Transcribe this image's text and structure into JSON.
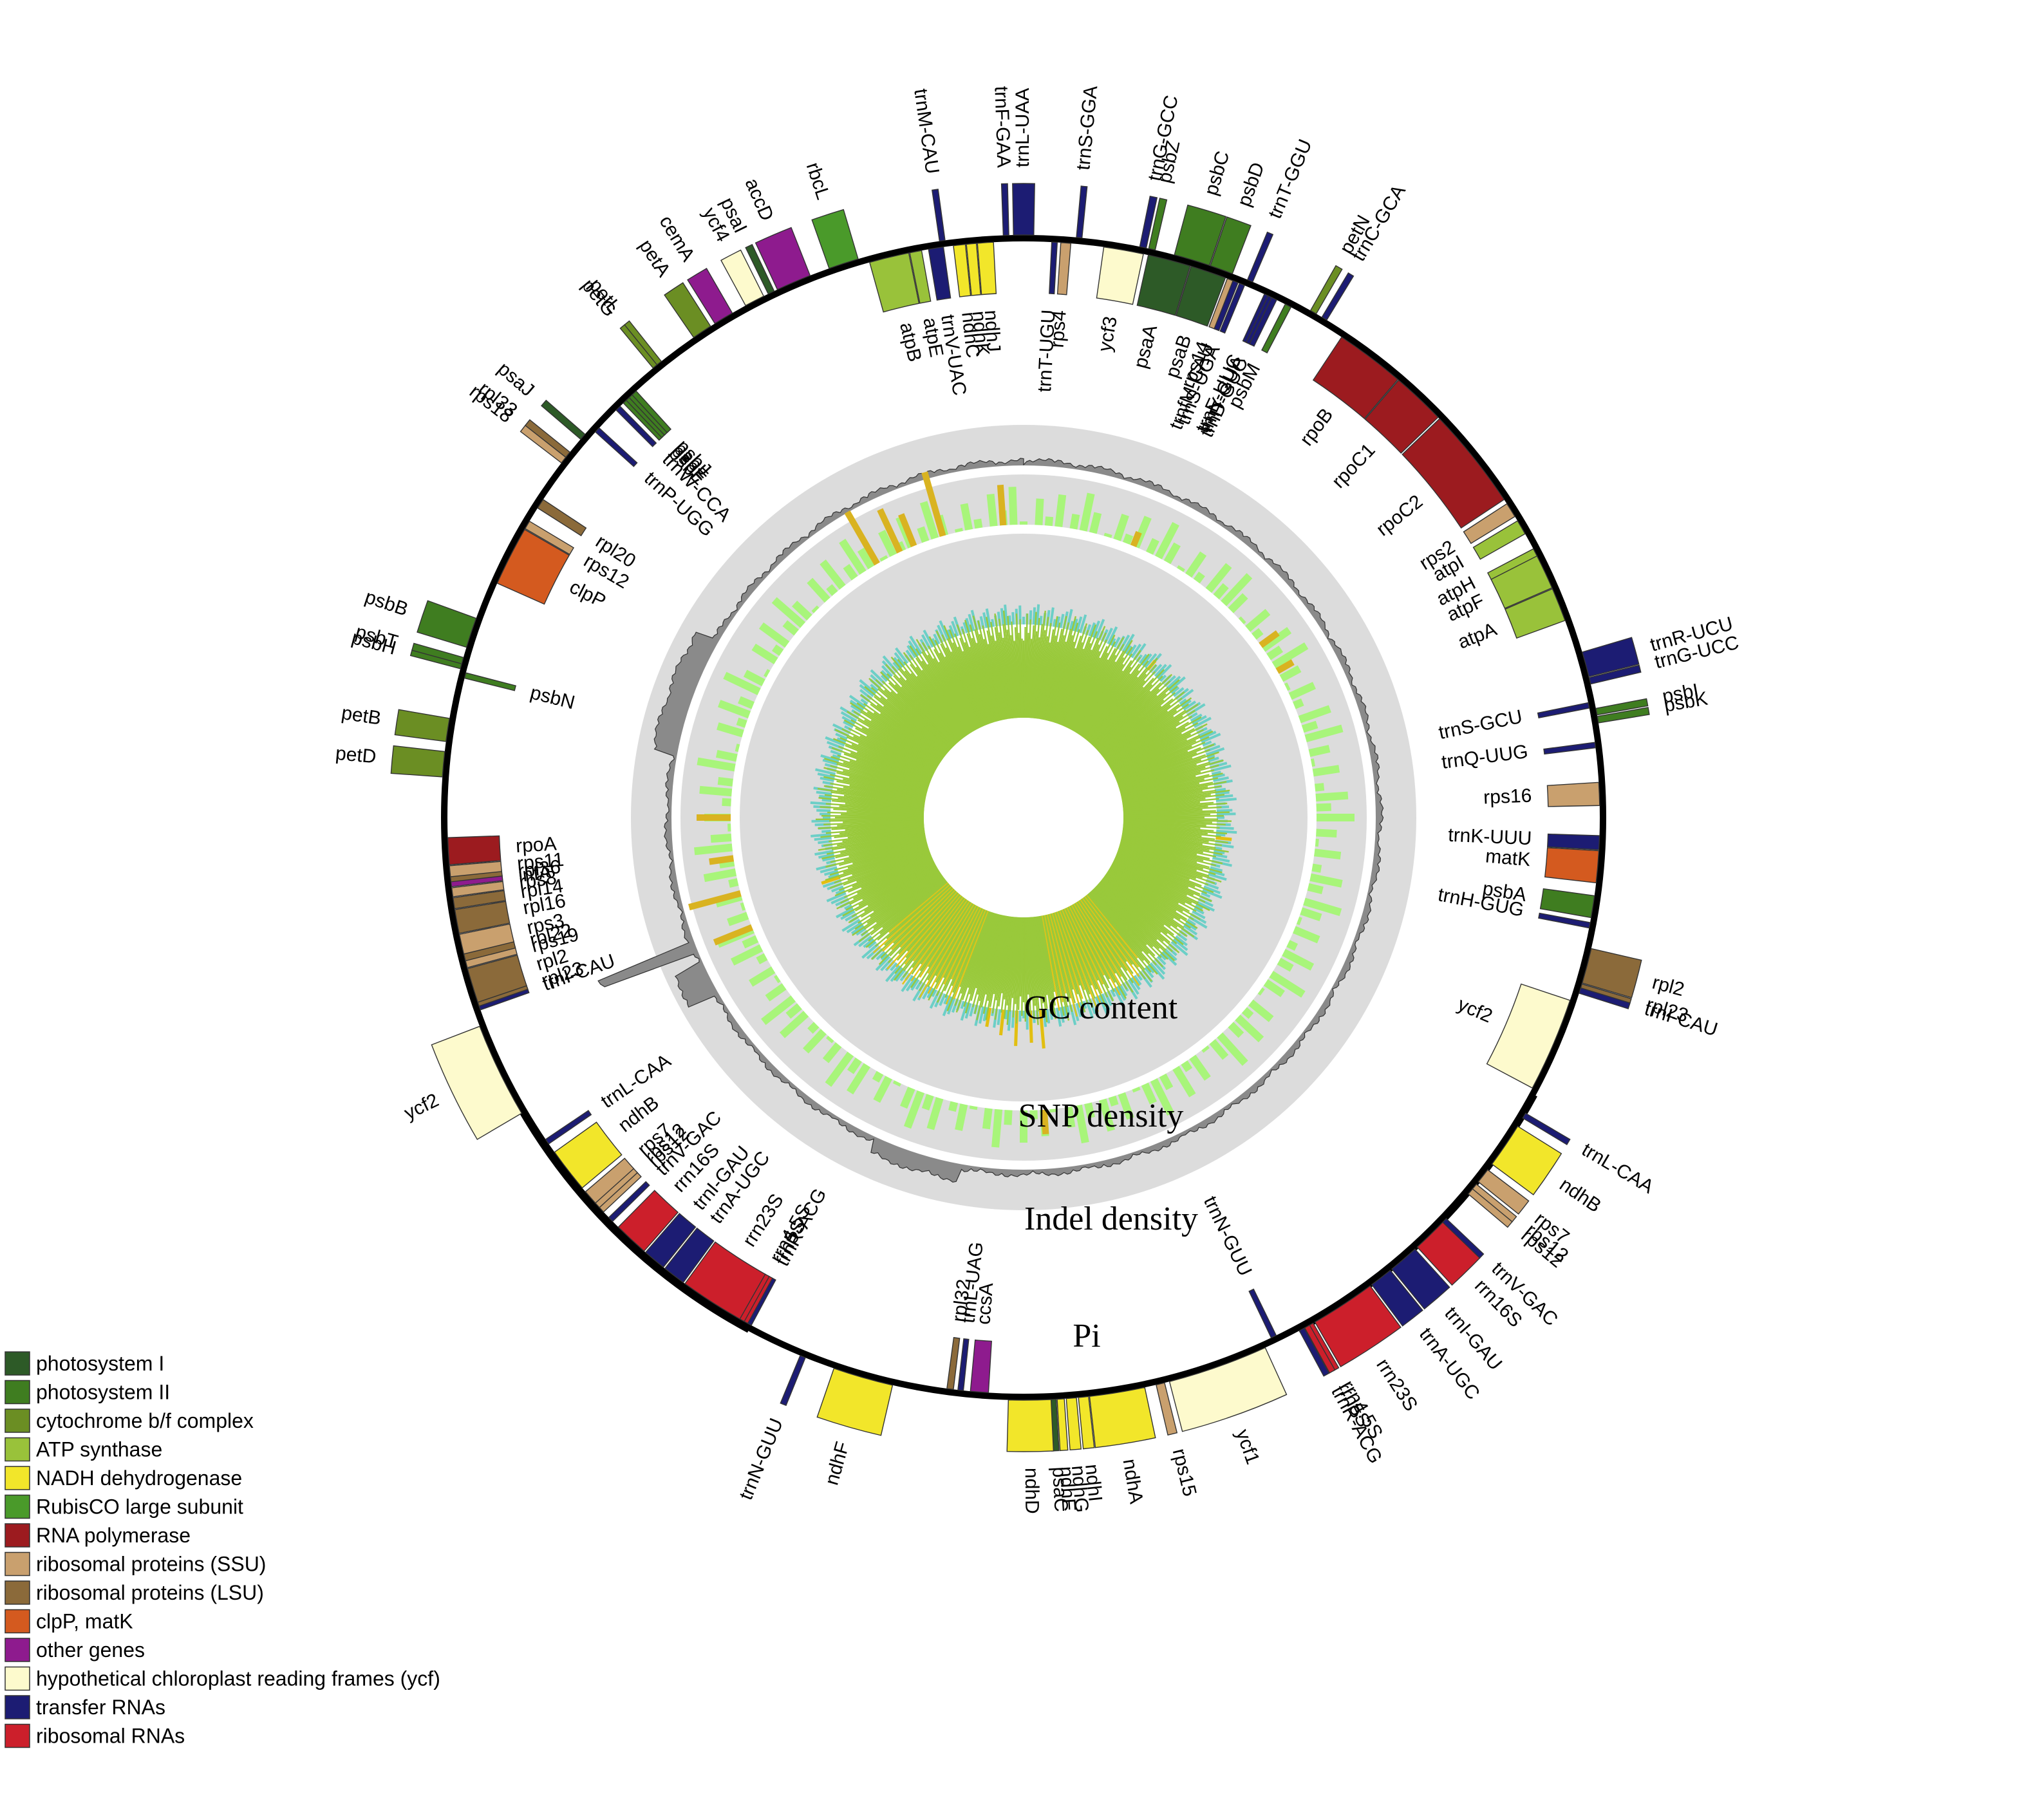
{
  "tracks": {
    "gc": "GC content",
    "snp": "SNP density",
    "indel": "Indel density",
    "pi": "Pi"
  },
  "legend": [
    {
      "label": "photosystem I",
      "color": "#2d5a27"
    },
    {
      "label": "photosystem II",
      "color": "#3f7d20"
    },
    {
      "label": "cytochrome b/f complex",
      "color": "#6b8e23"
    },
    {
      "label": "ATP synthase",
      "color": "#99c23a"
    },
    {
      "label": "NADH dehydrogenase",
      "color": "#f2e62a"
    },
    {
      "label": "RubisCO large subunit",
      "color": "#4a9a2a"
    },
    {
      "label": "RNA polymerase",
      "color": "#9c1b1f"
    },
    {
      "label": "ribosomal proteins (SSU)",
      "color": "#c9a06e"
    },
    {
      "label": "ribosomal proteins (LSU)",
      "color": "#8b6a3a"
    },
    {
      "label": "clpP, matK",
      "color": "#d45a1f"
    },
    {
      "label": "other genes",
      "color": "#8e1b8e"
    },
    {
      "label": "hypothetical chloroplast reading frames (ycf)",
      "color": "#fdfacd"
    },
    {
      "label": "transfer RNAs",
      "color": "#1c1c73"
    },
    {
      "label": "ribosomal RNAs",
      "color": "#cc1f2b"
    }
  ],
  "genes": [
    {
      "label": "trnG-GCC",
      "cat": 12,
      "side": "out"
    },
    {
      "label": "psbZ",
      "cat": 1,
      "side": "out"
    },
    {
      "label": "psbC",
      "cat": 1,
      "side": "out"
    },
    {
      "label": "psbD",
      "cat": 1,
      "side": "out"
    },
    {
      "label": "trnT-GGU",
      "cat": 12,
      "side": "out"
    },
    {
      "label": "petN",
      "cat": 2,
      "side": "out"
    },
    {
      "label": "trnC-GCA",
      "cat": 12,
      "side": "out"
    },
    {
      "label": "trnE-UUC",
      "cat": 12,
      "side": "in"
    },
    {
      "label": "trnY-GUA",
      "cat": 12,
      "side": "in"
    },
    {
      "label": "trnD-GUC",
      "cat": 12,
      "side": "in"
    },
    {
      "label": "psbM",
      "cat": 1,
      "side": "in"
    },
    {
      "label": "rpoB",
      "cat": 6,
      "side": "in"
    },
    {
      "label": "rpoC1",
      "cat": 6,
      "side": "in"
    },
    {
      "label": "rpoC2",
      "cat": 6,
      "side": "in"
    },
    {
      "label": "rps2",
      "cat": 7,
      "side": "in"
    },
    {
      "label": "atpI",
      "cat": 3,
      "side": "in"
    },
    {
      "label": "atpH",
      "cat": 3,
      "side": "in"
    },
    {
      "label": "atpF",
      "cat": 3,
      "side": "in"
    },
    {
      "label": "atpA",
      "cat": 3,
      "side": "in"
    },
    {
      "label": "trnR-UCU",
      "cat": 12,
      "side": "out"
    },
    {
      "label": "trnG-UCC",
      "cat": 12,
      "side": "out"
    },
    {
      "label": "trnS-GCU",
      "cat": 12,
      "side": "in"
    },
    {
      "label": "psbI",
      "cat": 1,
      "side": "out"
    },
    {
      "label": "psbK",
      "cat": 1,
      "side": "out"
    },
    {
      "label": "trnQ-UUG",
      "cat": 12,
      "side": "in"
    },
    {
      "label": "rps16",
      "cat": 7,
      "side": "in"
    },
    {
      "label": "trnK-UUU",
      "cat": 12,
      "side": "in"
    },
    {
      "label": "matK",
      "cat": 9,
      "side": "in"
    },
    {
      "label": "psbA",
      "cat": 1,
      "side": "in"
    },
    {
      "label": "trnH-GUG",
      "cat": 12,
      "side": "in"
    },
    {
      "label": "rpl2",
      "cat": 8,
      "side": "out"
    },
    {
      "label": "rpl23",
      "cat": 8,
      "side": "out"
    },
    {
      "label": "trnI-CAU",
      "cat": 12,
      "side": "out"
    },
    {
      "label": "ycf2",
      "cat": 11,
      "side": "in"
    },
    {
      "label": "trnL-CAA",
      "cat": 12,
      "side": "out"
    },
    {
      "label": "ndhB",
      "cat": 4,
      "side": "out"
    },
    {
      "label": "rps7",
      "cat": 7,
      "side": "out"
    },
    {
      "label": "rps12",
      "cat": 7,
      "side": "out"
    },
    {
      "label": "rps12",
      "cat": 7,
      "side": "out"
    },
    {
      "label": "trnV-GAC",
      "cat": 12,
      "side": "out"
    },
    {
      "label": "rrn16S",
      "cat": 13,
      "side": "out"
    },
    {
      "label": "trnI-GAU",
      "cat": 12,
      "side": "out"
    },
    {
      "label": "trnA-UGC",
      "cat": 12,
      "side": "out"
    },
    {
      "label": "rrn23S",
      "cat": 13,
      "side": "out"
    },
    {
      "label": "rrn4.5S",
      "cat": 13,
      "side": "out"
    },
    {
      "label": "rrn5S",
      "cat": 13,
      "side": "out"
    },
    {
      "label": "trnR-ACG",
      "cat": 12,
      "side": "out"
    },
    {
      "label": "trnN-GUU",
      "cat": 12,
      "side": "in"
    },
    {
      "label": "ycf1",
      "cat": 11,
      "side": "out"
    },
    {
      "label": "rps15",
      "cat": 7,
      "side": "out"
    },
    {
      "label": "ndhA",
      "cat": 4,
      "side": "out"
    },
    {
      "label": "ndhI",
      "cat": 4,
      "side": "out"
    },
    {
      "label": "ndhG",
      "cat": 4,
      "side": "out"
    },
    {
      "label": "ndhE",
      "cat": 4,
      "side": "out"
    },
    {
      "label": "psaC",
      "cat": 0,
      "side": "out"
    },
    {
      "label": "ndhD",
      "cat": 4,
      "side": "out"
    },
    {
      "label": "ccsA",
      "cat": 10,
      "side": "in"
    },
    {
      "label": "trnL-UAG",
      "cat": 12,
      "side": "in"
    },
    {
      "label": "rpl32",
      "cat": 8,
      "side": "in"
    },
    {
      "label": "ndhF",
      "cat": 4,
      "side": "out"
    },
    {
      "label": "trnN-GUU",
      "cat": 12,
      "side": "out"
    },
    {
      "label": "trnR-ACG",
      "cat": 12,
      "side": "in"
    },
    {
      "label": "rrn5S",
      "cat": 13,
      "side": "in"
    },
    {
      "label": "rrn4.5S",
      "cat": 13,
      "side": "in"
    },
    {
      "label": "rrn23S",
      "cat": 13,
      "side": "in"
    },
    {
      "label": "trnA-UGC",
      "cat": 12,
      "side": "in"
    },
    {
      "label": "trnI-GAU",
      "cat": 12,
      "side": "in"
    },
    {
      "label": "rrn16S",
      "cat": 13,
      "side": "in"
    },
    {
      "label": "trnV-GAC",
      "cat": 12,
      "side": "in"
    },
    {
      "label": "rps12",
      "cat": 7,
      "side": "in"
    },
    {
      "label": "rps12",
      "cat": 7,
      "side": "in"
    },
    {
      "label": "rps7",
      "cat": 7,
      "side": "in"
    },
    {
      "label": "ndhB",
      "cat": 4,
      "side": "in"
    },
    {
      "label": "trnL-CAA",
      "cat": 12,
      "side": "in"
    },
    {
      "label": "ycf2",
      "cat": 11,
      "side": "out"
    },
    {
      "label": "trnI-CAU",
      "cat": 12,
      "side": "in"
    },
    {
      "label": "rpl23",
      "cat": 8,
      "side": "in"
    },
    {
      "label": "rpl2",
      "cat": 8,
      "side": "in"
    },
    {
      "label": "rps19",
      "cat": 7,
      "side": "in"
    },
    {
      "label": "rpl22",
      "cat": 8,
      "side": "in"
    },
    {
      "label": "rps3",
      "cat": 7,
      "side": "in"
    },
    {
      "label": "rpl16",
      "cat": 8,
      "side": "in"
    },
    {
      "label": "rpl14",
      "cat": 8,
      "side": "in"
    },
    {
      "label": "rps8",
      "cat": 7,
      "side": "in"
    },
    {
      "label": "infA",
      "cat": 10,
      "side": "in"
    },
    {
      "label": "rpl36",
      "cat": 8,
      "side": "in"
    },
    {
      "label": "rps11",
      "cat": 7,
      "side": "in"
    },
    {
      "label": "rpoA",
      "cat": 6,
      "side": "in"
    },
    {
      "label": "petD",
      "cat": 2,
      "side": "out"
    },
    {
      "label": "petB",
      "cat": 2,
      "side": "out"
    },
    {
      "label": "psbN",
      "cat": 1,
      "side": "in"
    },
    {
      "label": "psbH",
      "cat": 1,
      "side": "out"
    },
    {
      "label": "psbT",
      "cat": 1,
      "side": "out"
    },
    {
      "label": "psbB",
      "cat": 1,
      "side": "out"
    },
    {
      "label": "clpP",
      "cat": 9,
      "side": "in"
    },
    {
      "label": "rps12",
      "cat": 7,
      "side": "in"
    },
    {
      "label": "rpl20",
      "cat": 8,
      "side": "in"
    },
    {
      "label": "rps18",
      "cat": 7,
      "side": "out"
    },
    {
      "label": "rpl33",
      "cat": 8,
      "side": "out"
    },
    {
      "label": "psaJ",
      "cat": 0,
      "side": "out"
    },
    {
      "label": "trnP-UGG",
      "cat": 12,
      "side": "in"
    },
    {
      "label": "trnW-CCA",
      "cat": 12,
      "side": "in"
    },
    {
      "label": "psbE",
      "cat": 1,
      "side": "in"
    },
    {
      "label": "psbF",
      "cat": 1,
      "side": "in"
    },
    {
      "label": "psbL",
      "cat": 1,
      "side": "in"
    },
    {
      "label": "psbJ",
      "cat": 1,
      "side": "in"
    },
    {
      "label": "petG",
      "cat": 2,
      "side": "out"
    },
    {
      "label": "petL",
      "cat": 2,
      "side": "out"
    },
    {
      "label": "petA",
      "cat": 2,
      "side": "out"
    },
    {
      "label": "cemA",
      "cat": 10,
      "side": "out"
    },
    {
      "label": "ycf4",
      "cat": 11,
      "side": "out"
    },
    {
      "label": "psaI",
      "cat": 0,
      "side": "out"
    },
    {
      "label": "accD",
      "cat": 10,
      "side": "out"
    },
    {
      "label": "rbcL",
      "cat": 5,
      "side": "out"
    },
    {
      "label": "atpB",
      "cat": 3,
      "side": "in"
    },
    {
      "label": "atpE",
      "cat": 3,
      "side": "in"
    },
    {
      "label": "trnV-UAC",
      "cat": 12,
      "side": "in"
    },
    {
      "label": "trnM-CAU",
      "cat": 12,
      "side": "out"
    },
    {
      "label": "ndhC",
      "cat": 4,
      "side": "in"
    },
    {
      "label": "ndhK",
      "cat": 4,
      "side": "in"
    },
    {
      "label": "ndhJ",
      "cat": 4,
      "side": "in"
    },
    {
      "label": "trnF-GAA",
      "cat": 12,
      "side": "out"
    },
    {
      "label": "trnL-UAA",
      "cat": 12,
      "side": "out"
    },
    {
      "label": "trnT-UGU",
      "cat": 12,
      "side": "in"
    },
    {
      "label": "rps4",
      "cat": 7,
      "side": "in"
    },
    {
      "label": "trnS-GGA",
      "cat": 12,
      "side": "out"
    },
    {
      "label": "ycf3",
      "cat": 11,
      "side": "in"
    },
    {
      "label": "psaA",
      "cat": 0,
      "side": "in"
    },
    {
      "label": "psaB",
      "cat": 0,
      "side": "in"
    },
    {
      "label": "rps14",
      "cat": 7,
      "side": "in"
    },
    {
      "label": "trnfM-CAU",
      "cat": 12,
      "side": "in"
    },
    {
      "label": "trnS-UGA",
      "cat": 12,
      "side": "in"
    }
  ]
}
